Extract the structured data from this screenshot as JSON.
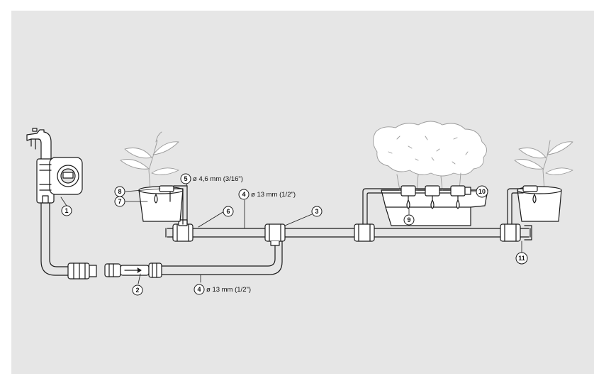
{
  "colors": {
    "background": "#e6e6e6",
    "line": "#1a1a1a",
    "fill": "#ffffff",
    "accent_grey": "#bdbdbd"
  },
  "callouts": [
    {
      "id": "1",
      "label": "1"
    },
    {
      "id": "2",
      "label": "2"
    },
    {
      "id": "3",
      "label": "3"
    },
    {
      "id": "4a",
      "label": "4"
    },
    {
      "id": "4b",
      "label": "4"
    },
    {
      "id": "5",
      "label": "5"
    },
    {
      "id": "6",
      "label": "6"
    },
    {
      "id": "7",
      "label": "7"
    },
    {
      "id": "8",
      "label": "8"
    },
    {
      "id": "9",
      "label": "9"
    },
    {
      "id": "10",
      "label": "10"
    },
    {
      "id": "11",
      "label": "11"
    }
  ],
  "labels": {
    "small_pipe": "ø 4,6 mm (3/16\")",
    "main_pipe_top": "ø 13 mm (1/2\")",
    "main_pipe_bottom": "ø 13 mm (1/2\")"
  }
}
